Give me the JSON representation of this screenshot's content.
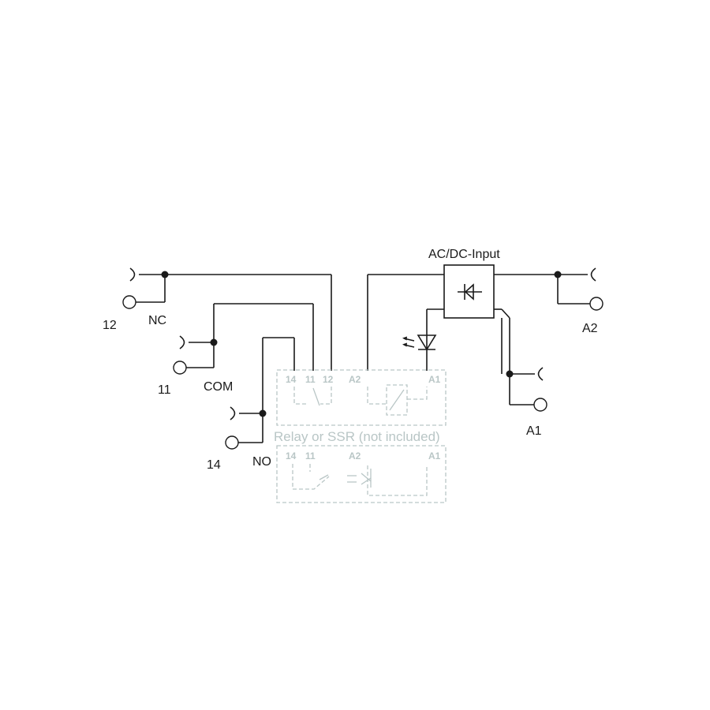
{
  "left_terminals": {
    "nc": {
      "number": "12",
      "name": "NC"
    },
    "com": {
      "number": "11",
      "name": "COM"
    },
    "no": {
      "number": "14",
      "name": "NO"
    }
  },
  "input_module": {
    "title": "AC/DC-Input",
    "a2": "A2",
    "a1": "A1"
  },
  "socket": {
    "caption": "Relay or SSR (not included)",
    "relay_pins": {
      "p14": "14",
      "p11": "11",
      "p12": "12",
      "a2": "A2",
      "a1": "A1"
    },
    "ssr_pins": {
      "p14": "14",
      "p11": "11",
      "a2": "A2",
      "a1": "A1"
    }
  },
  "colors": {
    "line": "#1a1a1a",
    "ghost": "#b9c6c6"
  }
}
